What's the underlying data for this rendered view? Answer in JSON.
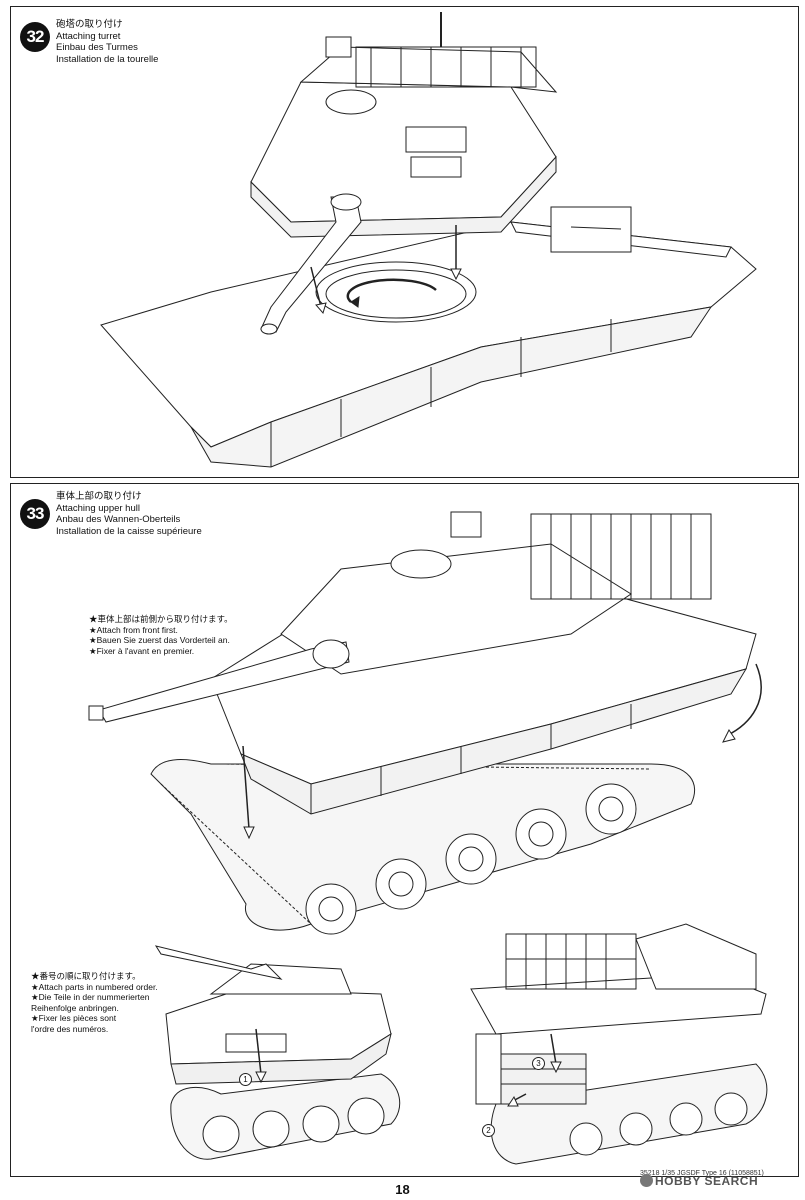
{
  "step32": {
    "number": "32",
    "title_jp": "砲塔の取り付け",
    "title_en": "Attaching turret",
    "title_de": "Einbau des Turmes",
    "title_fr": "Installation de la tourelle"
  },
  "step33": {
    "number": "33",
    "title_jp": "車体上部の取り付け",
    "title_en": "Attaching upper hull",
    "title_de": "Anbau des Wannen-Oberteils",
    "title_fr": "Installation de la caisse supérieure",
    "note1": {
      "jp": "★車体上部は前側から取り付けます。",
      "en": "★Attach from front first.",
      "de": "★Bauen Sie zuerst das Vorderteil an.",
      "fr": "★Fixer à l'avant en premier."
    },
    "note2": {
      "jp": "★番号の順に取り付けます。",
      "en": "★Attach parts in numbered order.",
      "de1": "★Die Teile in der nummerierten",
      "de2": "Reihenfolge anbringen.",
      "fr1": "★Fixer les pièces sont",
      "fr2": "l'ordre des numéros."
    },
    "order_numbers": [
      "1",
      "2",
      "3"
    ]
  },
  "footer": {
    "page": "18",
    "code": "35218  1/35 JGSDF Type 16  (11058851)",
    "watermark": "HOBBY SEARCH"
  }
}
